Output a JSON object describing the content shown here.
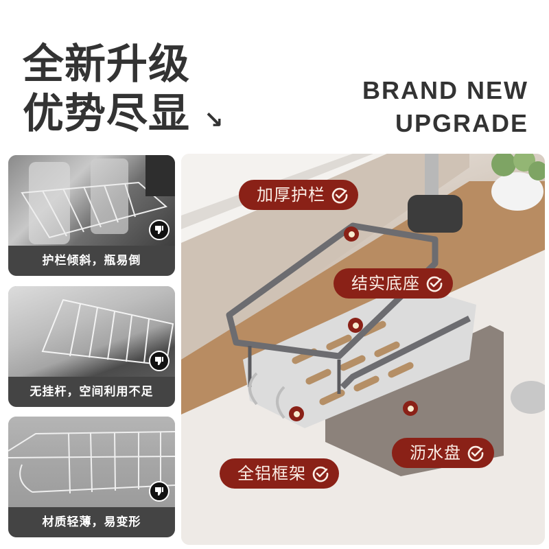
{
  "headline": {
    "line1": "全新升级",
    "line2": "优势尽显",
    "arrow": "↘"
  },
  "english_title": {
    "line1": "BRAND NEW",
    "line2": "UPGRADE"
  },
  "comparison_cards": [
    {
      "caption": "护栏倾斜，瓶易倒",
      "badge_icon": "thumbs-down-icon"
    },
    {
      "caption": "无挂杆，空间利用不足",
      "badge_icon": "thumbs-down-icon"
    },
    {
      "caption": "材质轻薄，易变形",
      "badge_icon": "thumbs-down-icon"
    }
  ],
  "feature_tags": [
    {
      "label": "加厚护栏",
      "icon": "check-circle-icon"
    },
    {
      "label": "结实底座",
      "icon": "check-circle-icon"
    },
    {
      "label": "沥水盘",
      "icon": "check-circle-icon"
    },
    {
      "label": "全铝框架",
      "icon": "check-circle-icon"
    }
  ],
  "colors": {
    "tag_bg": "#8a2117",
    "tag_text": "#fbeee6",
    "headline_text": "#333333",
    "caption_bg": "#444444"
  }
}
